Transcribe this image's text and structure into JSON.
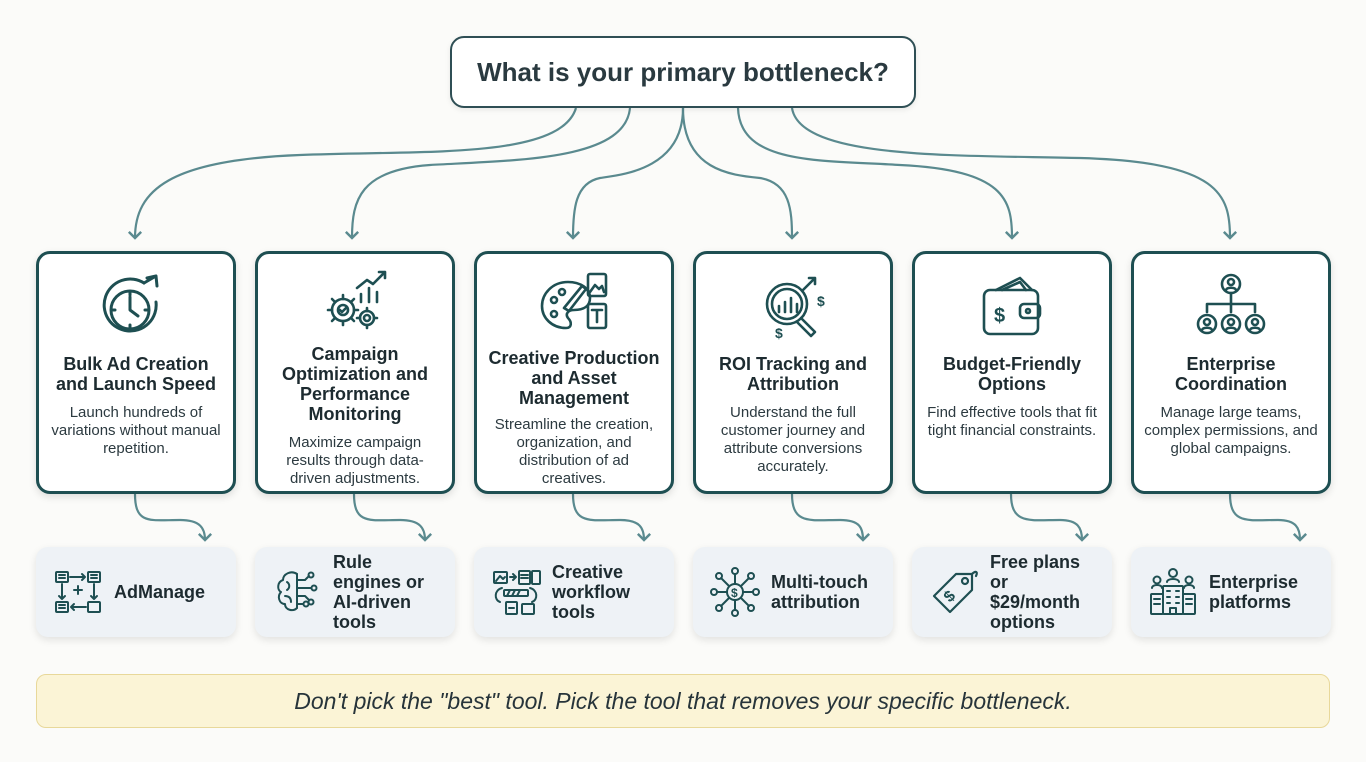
{
  "question": "What is your primary bottleneck?",
  "colors": {
    "connector": "#5a8a8f",
    "card_border": "#1e4f52",
    "icon_stroke": "#1e4f52",
    "banner_bg": "#fbf4d6"
  },
  "branches": [
    {
      "title": "Bulk Ad Creation and Launch Speed",
      "description": "Launch hundreds of variations without manual repetition.",
      "icon": "clock-icon",
      "tool": "AdManage",
      "tool_icon": "workflow-icon"
    },
    {
      "title": "Campaign Optimization and Performance Monitoring",
      "description": "Maximize campaign results through data-driven adjustments.",
      "icon": "gears-chart-icon",
      "tool": "Rule engines or AI-driven tools",
      "tool_icon": "brain-icon"
    },
    {
      "title": "Creative Production and Asset Management",
      "description": "Streamline the creation, organization, and distribution of ad creatives.",
      "icon": "palette-icon",
      "tool": "Creative workflow tools",
      "tool_icon": "asset-flow-icon"
    },
    {
      "title": "ROI Tracking and Attribution",
      "description": "Understand the full customer journey and attribute conversions accurately.",
      "icon": "magnifier-chart-icon",
      "tool": "Multi-touch attribution",
      "tool_icon": "network-icon"
    },
    {
      "title": "Budget-Friendly Options",
      "description": "Find effective tools that fit tight financial constraints.",
      "icon": "wallet-icon",
      "tool": "Free plans or $29/month options",
      "tool_icon": "price-tag-icon"
    },
    {
      "title": "Enterprise Coordination",
      "description": "Manage large teams, complex permissions, and global campaigns.",
      "icon": "org-chart-icon",
      "tool": "Enterprise platforms",
      "tool_icon": "building-icon"
    }
  ],
  "banner": "Don't pick the \"best\" tool. Pick the tool that removes your specific bottleneck."
}
